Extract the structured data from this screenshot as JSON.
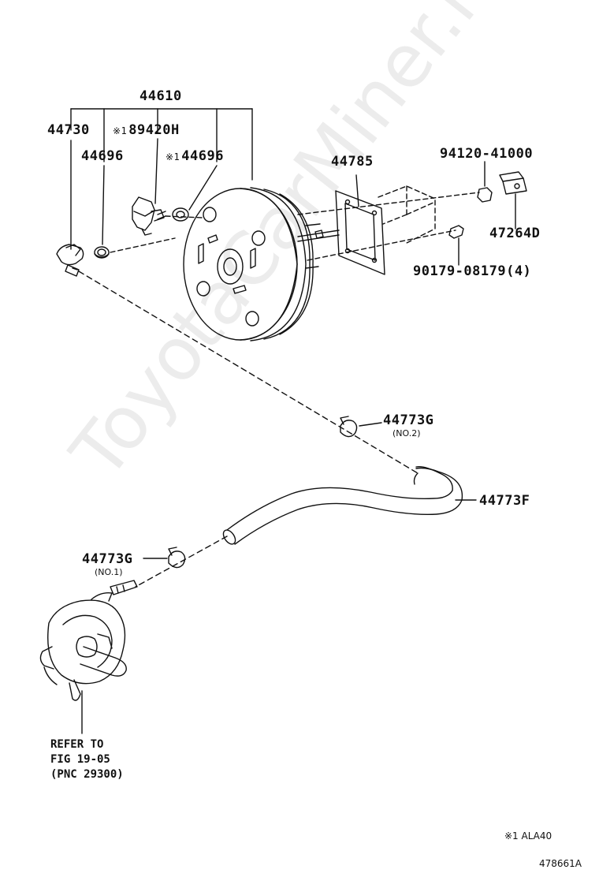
{
  "labels": {
    "booster_assembly": "44610",
    "check_valve_assembly": "44730",
    "pressure_sensor": "89420H",
    "grommet_left": "44696",
    "grommet_right": "44696",
    "gasket": "44785",
    "nut_upper": "94120-41000",
    "clevis": "47264D",
    "nut_lower": "90179-08179(4)",
    "clip_no2": "44773G",
    "clip_no2_sub": "(NO.2)",
    "hose": "44773F",
    "clip_no1": "44773G",
    "clip_no1_sub": "(NO.1)"
  },
  "note_marker": "※1",
  "refer": {
    "line1": "REFER TO",
    "line2": "FIG 19-05",
    "line3": "(PNC 29300)"
  },
  "footnote": "※1 ALA40",
  "figure_code": "478661A",
  "watermark": "ToyotaCarMiner.ru"
}
